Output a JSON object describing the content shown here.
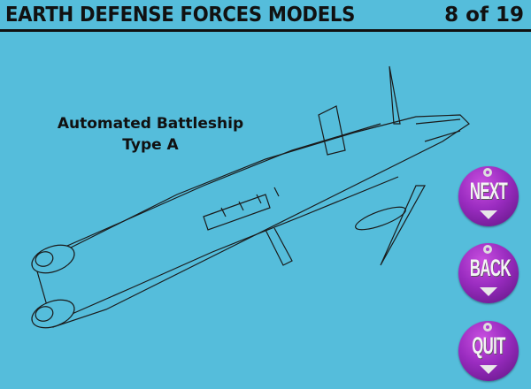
{
  "header": {
    "title": "EARTH DEFENSE FORCES MODELS",
    "counter": "8 of 19"
  },
  "model": {
    "name_line1": "Automated Battleship",
    "name_line2": "Type A"
  },
  "nav": {
    "next_label": "NEXT",
    "back_label": "BACK",
    "quit_label": "QUIT"
  },
  "colors": {
    "background": "#55bddb",
    "button": "#9a2cc0"
  }
}
